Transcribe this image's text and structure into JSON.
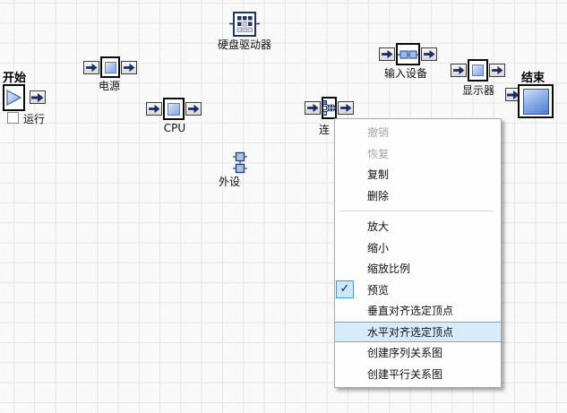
{
  "canvas": {
    "nodes": {
      "start": {
        "title": "开始",
        "run_label": "运行"
      },
      "power": {
        "label": "电源"
      },
      "disk": {
        "label": "硬盘驱动器"
      },
      "cpu": {
        "label": "CPU"
      },
      "connector": {
        "label": "连"
      },
      "peripheral": {
        "label": "外设"
      },
      "input_device": {
        "label": "输入设备"
      },
      "display": {
        "label": "显示器"
      },
      "end": {
        "title": "结束"
      }
    }
  },
  "context_menu": {
    "check_glyph": "✓",
    "items": [
      {
        "label": "撤销",
        "state": "disabled"
      },
      {
        "label": "恢复",
        "state": "disabled"
      },
      {
        "label": "复制",
        "state": "normal"
      },
      {
        "label": "删除",
        "state": "normal"
      },
      {
        "label": "",
        "state": "separator"
      },
      {
        "label": "放大",
        "state": "normal"
      },
      {
        "label": "缩小",
        "state": "normal"
      },
      {
        "label": "缩放比例",
        "state": "normal"
      },
      {
        "label": "预览",
        "state": "checked"
      },
      {
        "label": "垂直对齐选定顶点",
        "state": "normal"
      },
      {
        "label": "水平对齐选定顶点",
        "state": "highlighted"
      },
      {
        "label": "创建序列关系图",
        "state": "normal"
      },
      {
        "label": "创建平行关系图",
        "state": "normal"
      }
    ]
  },
  "colors": {
    "canvas_bg": "#f9f9f9",
    "grid_line": "#e5e5e5",
    "node_border": "#0a0a0a",
    "navy_icon": "#1c3766",
    "blue_square_fill": "#aabfec",
    "blue_square_border": "#5b7cc8",
    "menu_bg": "#fdfdfd",
    "menu_highlight_bg": "#d6ecfb",
    "menu_highlight_border": "#68aedd",
    "menu_disabled_text": "#a8a8a8",
    "check_box_bg": "#cbe7f6",
    "check_box_border": "#3f9bd5"
  }
}
